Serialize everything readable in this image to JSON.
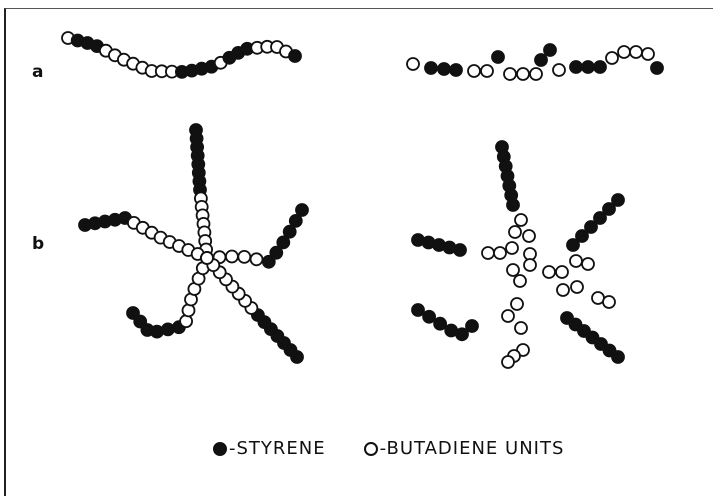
{
  "panels": {
    "a": "a",
    "b": "b"
  },
  "legend": {
    "styrene": "-STYRENE",
    "butadiene": "-BUTADIENE UNITS"
  },
  "colors": {
    "styrene": "#111111",
    "butadiene": "#ffffff",
    "outline": "#111111"
  },
  "description_units": [
    "styrene",
    "butadiene"
  ]
}
